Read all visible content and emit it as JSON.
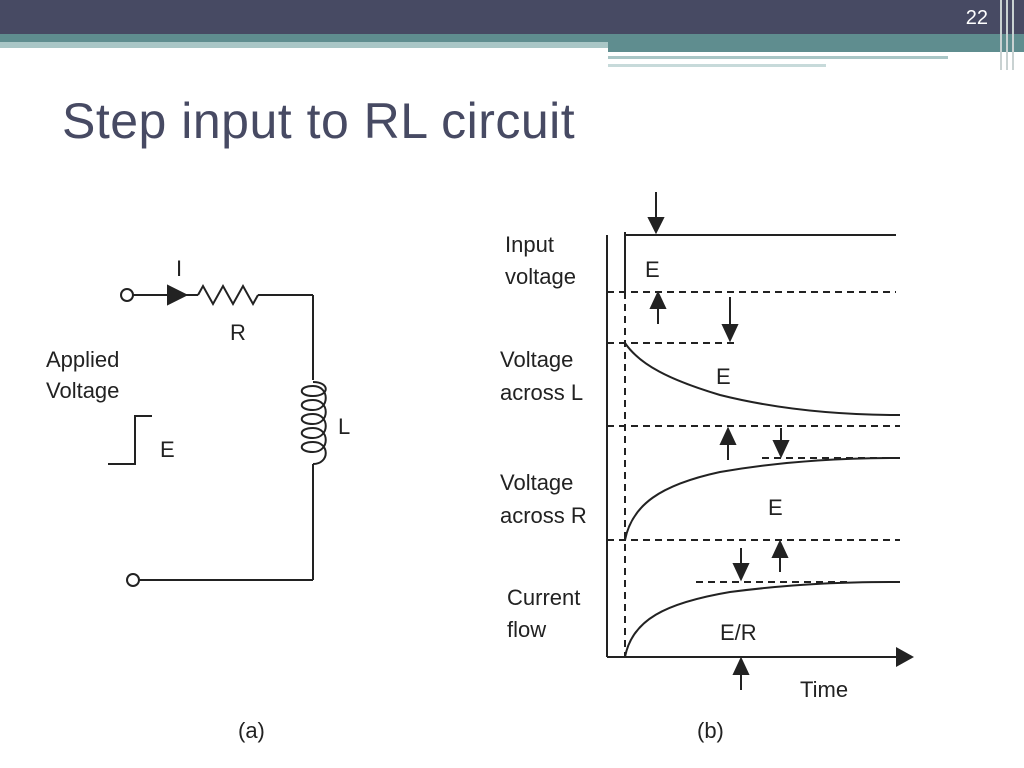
{
  "slide": {
    "number": "22",
    "title": "Step input to RL circuit"
  },
  "diagram_a": {
    "current_label": "I",
    "resistor_label": "R",
    "inductor_label": "L",
    "applied_voltage_line1": "Applied",
    "applied_voltage_line2": "Voltage",
    "step_label": "E",
    "caption": "(a)"
  },
  "diagram_b": {
    "rows": [
      {
        "line1": "Input",
        "line2": "voltage",
        "value": "E"
      },
      {
        "line1": "Voltage",
        "line2": "across L",
        "value": "E"
      },
      {
        "line1": "Voltage",
        "line2": "across R",
        "value": "E"
      },
      {
        "line1": "Current",
        "line2": "flow",
        "value": "E/R"
      }
    ],
    "time_label": "Time",
    "caption": "(b)"
  }
}
